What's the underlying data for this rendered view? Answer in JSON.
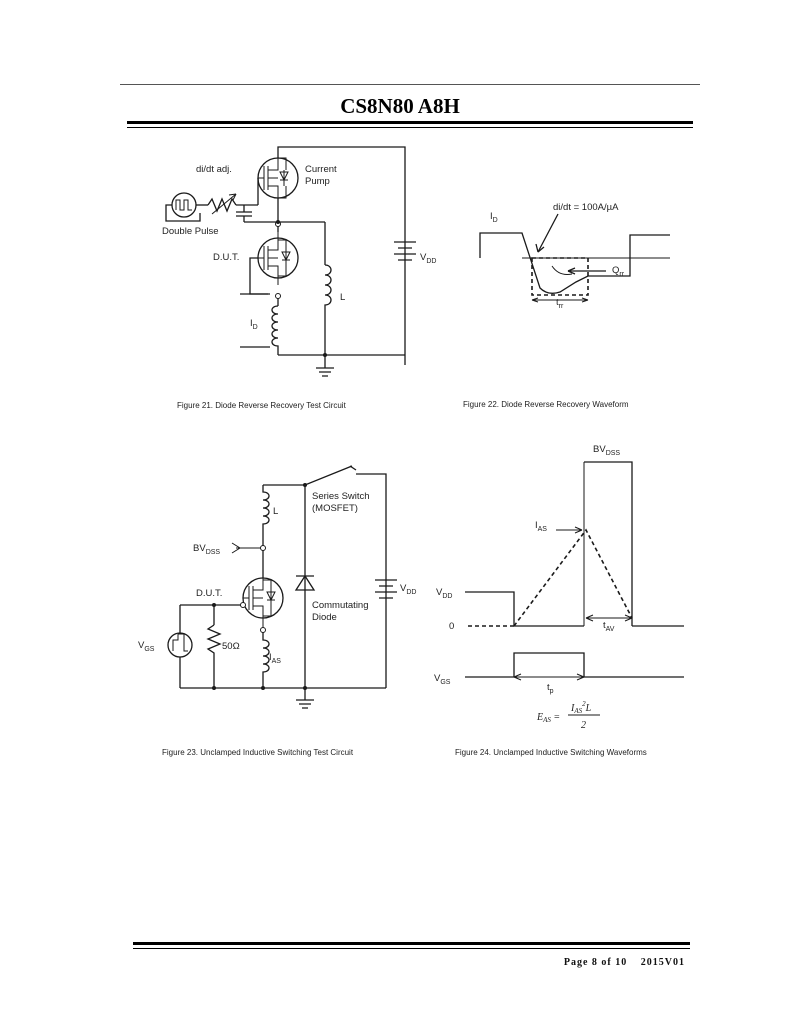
{
  "header": {
    "title": "CS8N80 A8H"
  },
  "footer": {
    "page": "Page 8 of 10",
    "version": "2015V01"
  },
  "fig21": {
    "caption": "Figure 21. Diode Reverse Recovery Test Circuit",
    "didt_adj": "di/dt adj.",
    "current_pump": [
      "Current",
      "Pump"
    ],
    "double_pulse": "Double Pulse",
    "dut": "D.U.T.",
    "vdd": {
      "main": "V",
      "sub": "DD"
    },
    "inductor": "L",
    "id": {
      "main": "I",
      "sub": "D"
    }
  },
  "fig22": {
    "caption": "Figure 22. Diode Reverse Recovery Waveform",
    "didt": "di/dt = 100A/µA",
    "id": {
      "main": "I",
      "sub": "D"
    },
    "qrr": {
      "main": "Q",
      "sub": "rr"
    },
    "trr": {
      "main": "t",
      "sub": "rr"
    }
  },
  "fig23": {
    "caption": "Figure 23. Unclamped Inductive Switching Test Circuit",
    "series_switch": [
      "Series Switch",
      "(MOSFET)"
    ],
    "inductor": "L",
    "bvdss": {
      "main": "BV",
      "sub": "DSS"
    },
    "dut": "D.U.T.",
    "commutating_diode": [
      "Commutating",
      "Diode"
    ],
    "vdd": {
      "main": "V",
      "sub": "DD"
    },
    "vgs": {
      "main": "V",
      "sub": "GS"
    },
    "resistor": "50Ω",
    "ias": {
      "main": "I",
      "sub": "AS"
    }
  },
  "fig24": {
    "caption": "Figure 24. Unclamped Inductive Switching Waveforms",
    "bvdss": {
      "main": "BV",
      "sub": "DSS"
    },
    "ias": {
      "main": "I",
      "sub": "AS"
    },
    "vdd": {
      "main": "V",
      "sub": "DD"
    },
    "zero": "0",
    "tav": {
      "main": "t",
      "sub": "AV"
    },
    "vgs": {
      "main": "V",
      "sub": "GS"
    },
    "tp": {
      "main": "t",
      "sub": "p"
    },
    "eas": {
      "lhs": "E",
      "lhs_sub": "AS",
      "eq": " = ",
      "num": "I",
      "num_sub": "AS",
      "num_exp": "2",
      "num_tail": "L",
      "den": "2"
    }
  }
}
